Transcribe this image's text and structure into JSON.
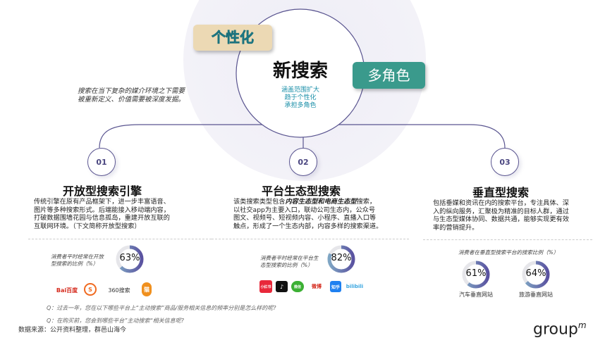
{
  "center": {
    "title": "新搜索",
    "lines": [
      "涵盖范围扩大",
      "趋于个性化",
      "承担多角色"
    ]
  },
  "tags": {
    "left": "个性化",
    "right": "多角色"
  },
  "intro": [
    "搜索在当下复杂的媒介环境之下需要",
    "被重新定义、价值需要被深度发掘。"
  ],
  "sections": [
    {
      "num": "01",
      "title": "开放型搜索引擎",
      "desc": [
        "传统引擎在原有产品框架下，进一步丰富语音、",
        "图片等多种搜索形式。后端能接入移动端内容，",
        "打破数据围墙花园与信息孤岛，重建开放互联的",
        "互联网环境。（下文简称开放型搜索）"
      ],
      "caption": [
        "消费者平时经常在开放",
        "型搜索的比例（%）"
      ],
      "value": 63,
      "value_label": "63%",
      "logos": [
        "Bai百度",
        "S",
        "360搜索",
        "猫"
      ]
    },
    {
      "num": "02",
      "title": "平台生态型搜索",
      "desc_pre": "该类搜索类型包含",
      "desc_em": "内容生态型和电商生态型",
      "desc_post": "搜索，",
      "desc": [
        "以社交app为主要入口，联动公司生态内，公众号",
        "图文、视频号、短视频内容、小程序、直播入口等",
        "触点，形成了一个生态内部，内容多样的搜索渠道。"
      ],
      "caption": [
        "消费者平时经常在平台生",
        "态型搜索的比例（%）"
      ],
      "value": 82,
      "value_label": "82%",
      "logos": [
        "小红书",
        "♪",
        "微信",
        "微博",
        "知乎",
        "bilibili"
      ]
    },
    {
      "num": "03",
      "title": "垂直型搜索",
      "desc": [
        "包括垂媒和资讯在内的搜索平台，专注具体、深",
        "入的纵向服务，汇聚极为精准的目标人群，通过",
        "与生态型媒体协同、数据共通，能够实现更有效",
        "率的营销提升。"
      ],
      "caption": [
        "消费者在垂直型搜索平台的搜索比例（%）"
      ],
      "gauges": [
        {
          "value": 61,
          "value_label": "61%",
          "label": "汽车垂直网站"
        },
        {
          "value": 64,
          "value_label": "64%",
          "label": "旅游垂直网站"
        }
      ]
    }
  ],
  "questions": [
    "Q：过去一年，您在以下哪些平台上“主动搜索”商品/服务相关信息的频率分别是怎么样的呢?",
    "Q：在购买前，您会到哪些平台”主动搜索“相关信息呢?"
  ],
  "source": "数据来源：公开资料整理，群邑山海今",
  "brand": "group",
  "brand_sup": "m",
  "colors": {
    "accent": "#5a5590",
    "teal": "#3a9a8c",
    "tan": "#ecd9b4",
    "cyan": "#1a8fa8"
  }
}
